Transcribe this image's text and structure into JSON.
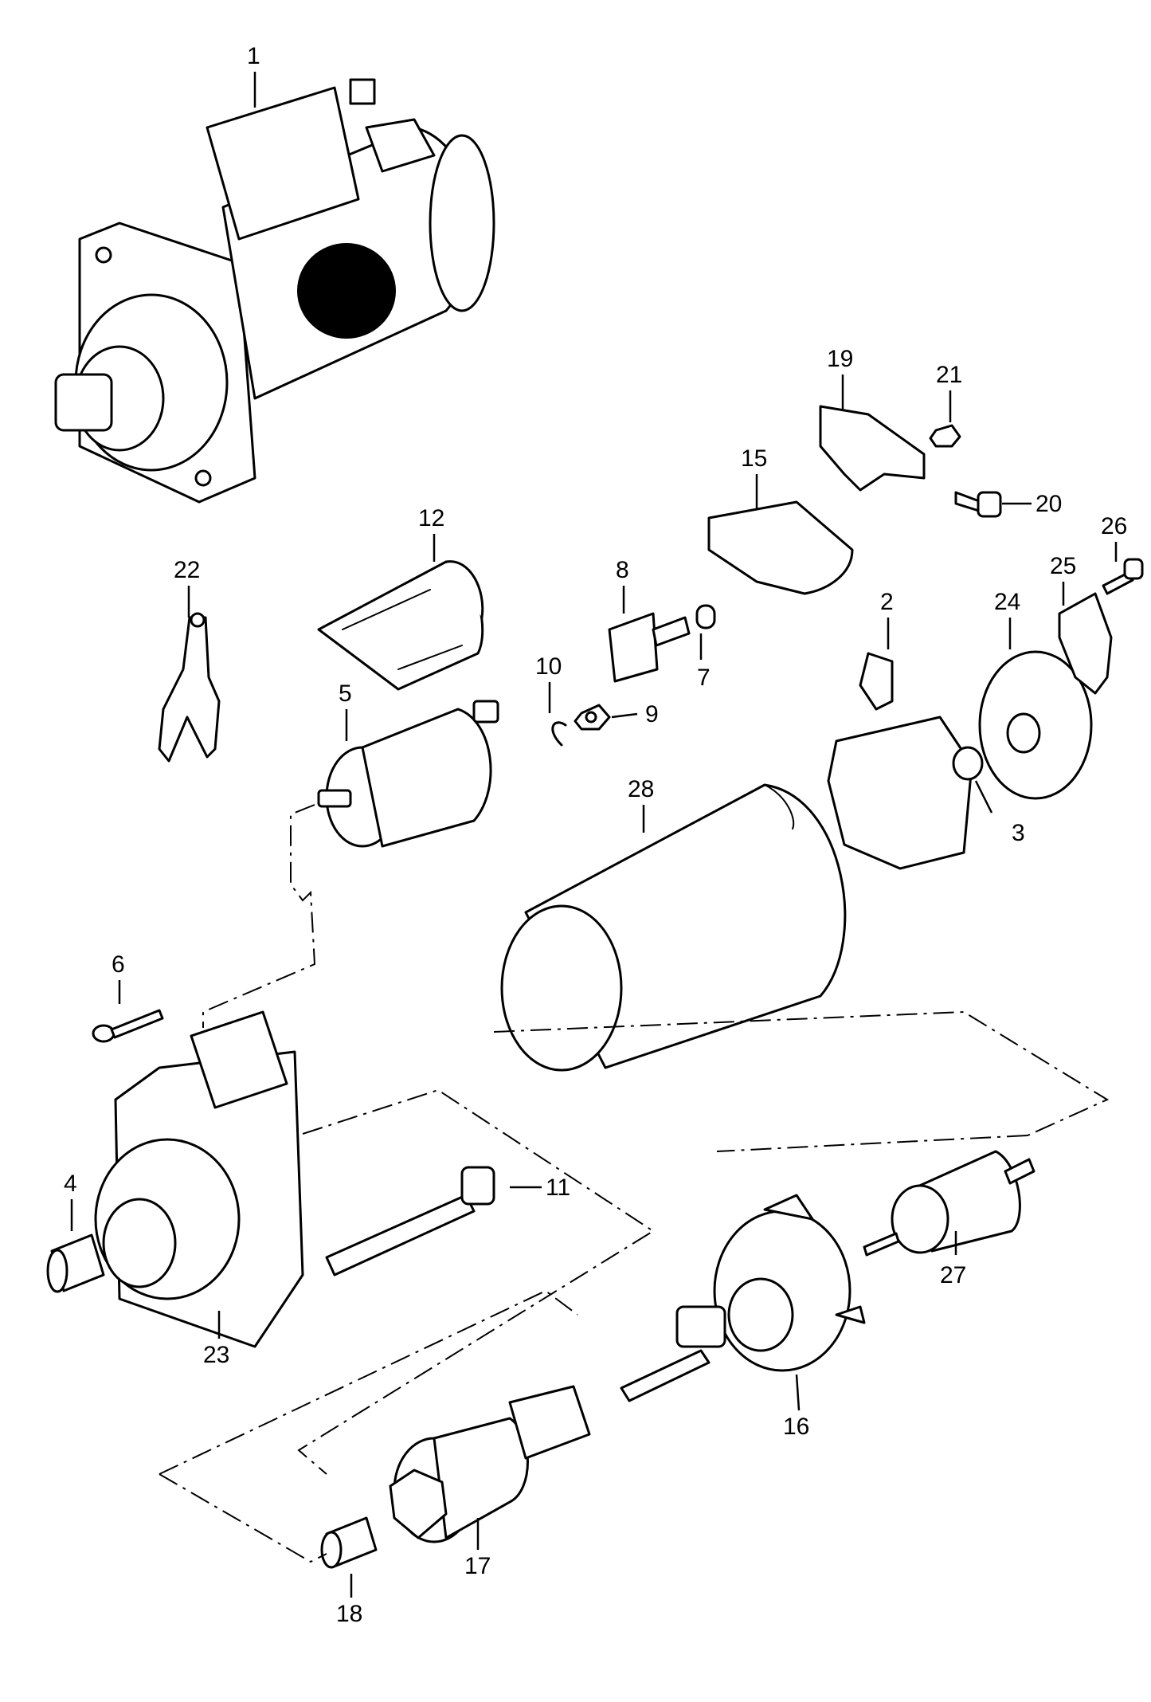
{
  "callouts": [
    {
      "id": "1",
      "text": "1"
    },
    {
      "id": "2",
      "text": "2"
    },
    {
      "id": "3",
      "text": "3"
    },
    {
      "id": "4",
      "text": "4"
    },
    {
      "id": "5",
      "text": "5"
    },
    {
      "id": "6",
      "text": "6"
    },
    {
      "id": "7",
      "text": "7"
    },
    {
      "id": "8",
      "text": "8"
    },
    {
      "id": "9",
      "text": "9"
    },
    {
      "id": "10",
      "text": "10"
    },
    {
      "id": "11",
      "text": "11"
    },
    {
      "id": "12",
      "text": "12"
    },
    {
      "id": "15",
      "text": "15"
    },
    {
      "id": "16",
      "text": "16"
    },
    {
      "id": "17",
      "text": "17"
    },
    {
      "id": "18",
      "text": "18"
    },
    {
      "id": "19",
      "text": "19"
    },
    {
      "id": "20",
      "text": "20"
    },
    {
      "id": "21",
      "text": "21"
    },
    {
      "id": "22",
      "text": "22"
    },
    {
      "id": "23",
      "text": "23"
    },
    {
      "id": "24",
      "text": "24"
    },
    {
      "id": "25",
      "text": "25"
    },
    {
      "id": "26",
      "text": "26"
    },
    {
      "id": "27",
      "text": "27"
    },
    {
      "id": "28",
      "text": "28"
    }
  ]
}
